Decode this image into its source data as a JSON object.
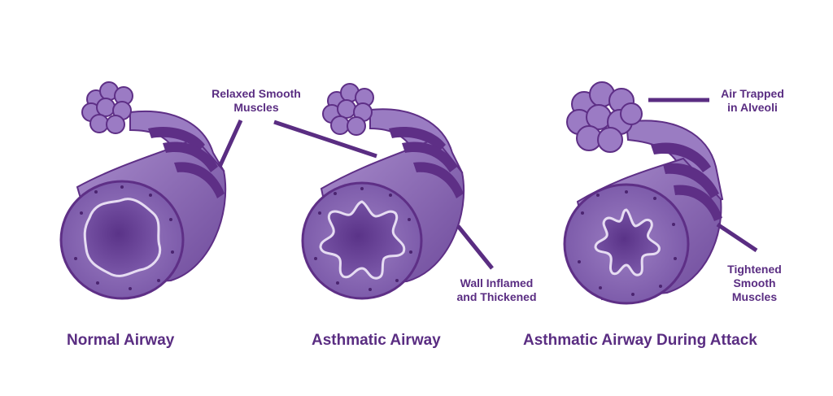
{
  "annotations": {
    "relaxed_smooth_muscles": [
      "Relaxed Smooth",
      "Muscles"
    ],
    "wall_inflamed": [
      "Wall Inflamed",
      "and Thickened"
    ],
    "air_trapped": [
      "Air Trapped",
      "in Alveoli"
    ],
    "tightened_smooth_muscles": [
      "Tightened",
      "Smooth",
      "Muscles"
    ]
  },
  "captions": {
    "normal": "Normal Airway",
    "asthmatic": "Asthmatic Airway",
    "attack": "Asthmatic Airway During Attack"
  },
  "colors": {
    "label": "#5a2d82",
    "airway_body": "#8e6bb5",
    "airway_dark": "#5e2f86",
    "airway_light": "#c9b3e0",
    "lumen": "#7a58a8",
    "alveoli": "#9b7bc4"
  }
}
